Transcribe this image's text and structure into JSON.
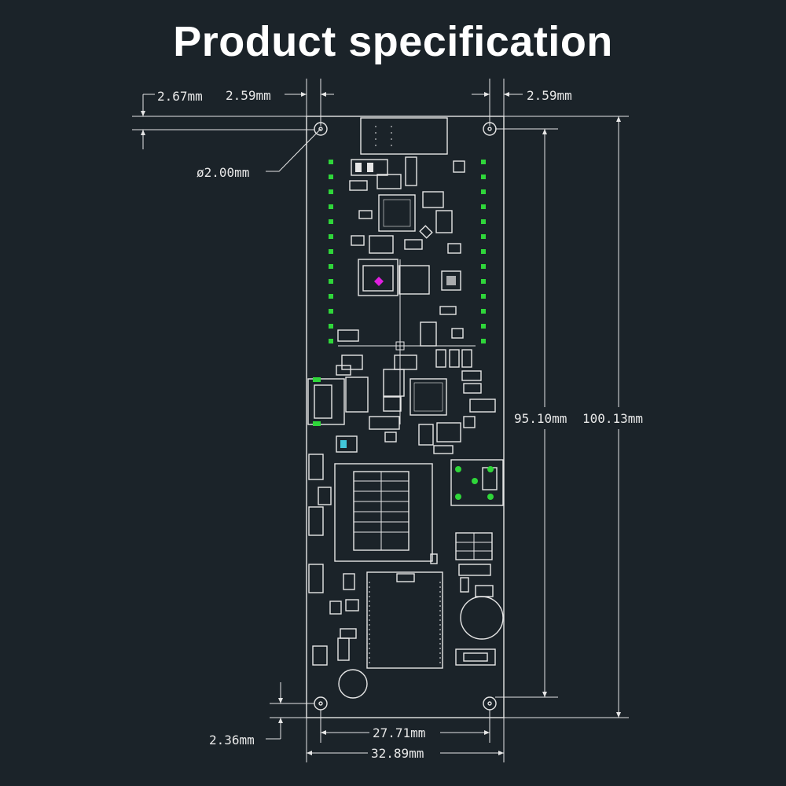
{
  "title": "Product specification",
  "dimensions": {
    "top_left_offset": "2.67mm",
    "top_left_hole_spacing": "2.59mm",
    "top_right_hole_spacing": "2.59mm",
    "hole_diameter": "ø2.00mm",
    "hole_pitch_height": "95.10mm",
    "board_height": "100.13mm",
    "bottom_offset": "2.36mm",
    "hole_pitch_width": "27.71mm",
    "board_width": "32.89mm"
  },
  "colors": {
    "background": "#1b2329",
    "outline": "#e6e6e6",
    "pin_header": "#2fd63a",
    "marker": "#e01fe0"
  }
}
